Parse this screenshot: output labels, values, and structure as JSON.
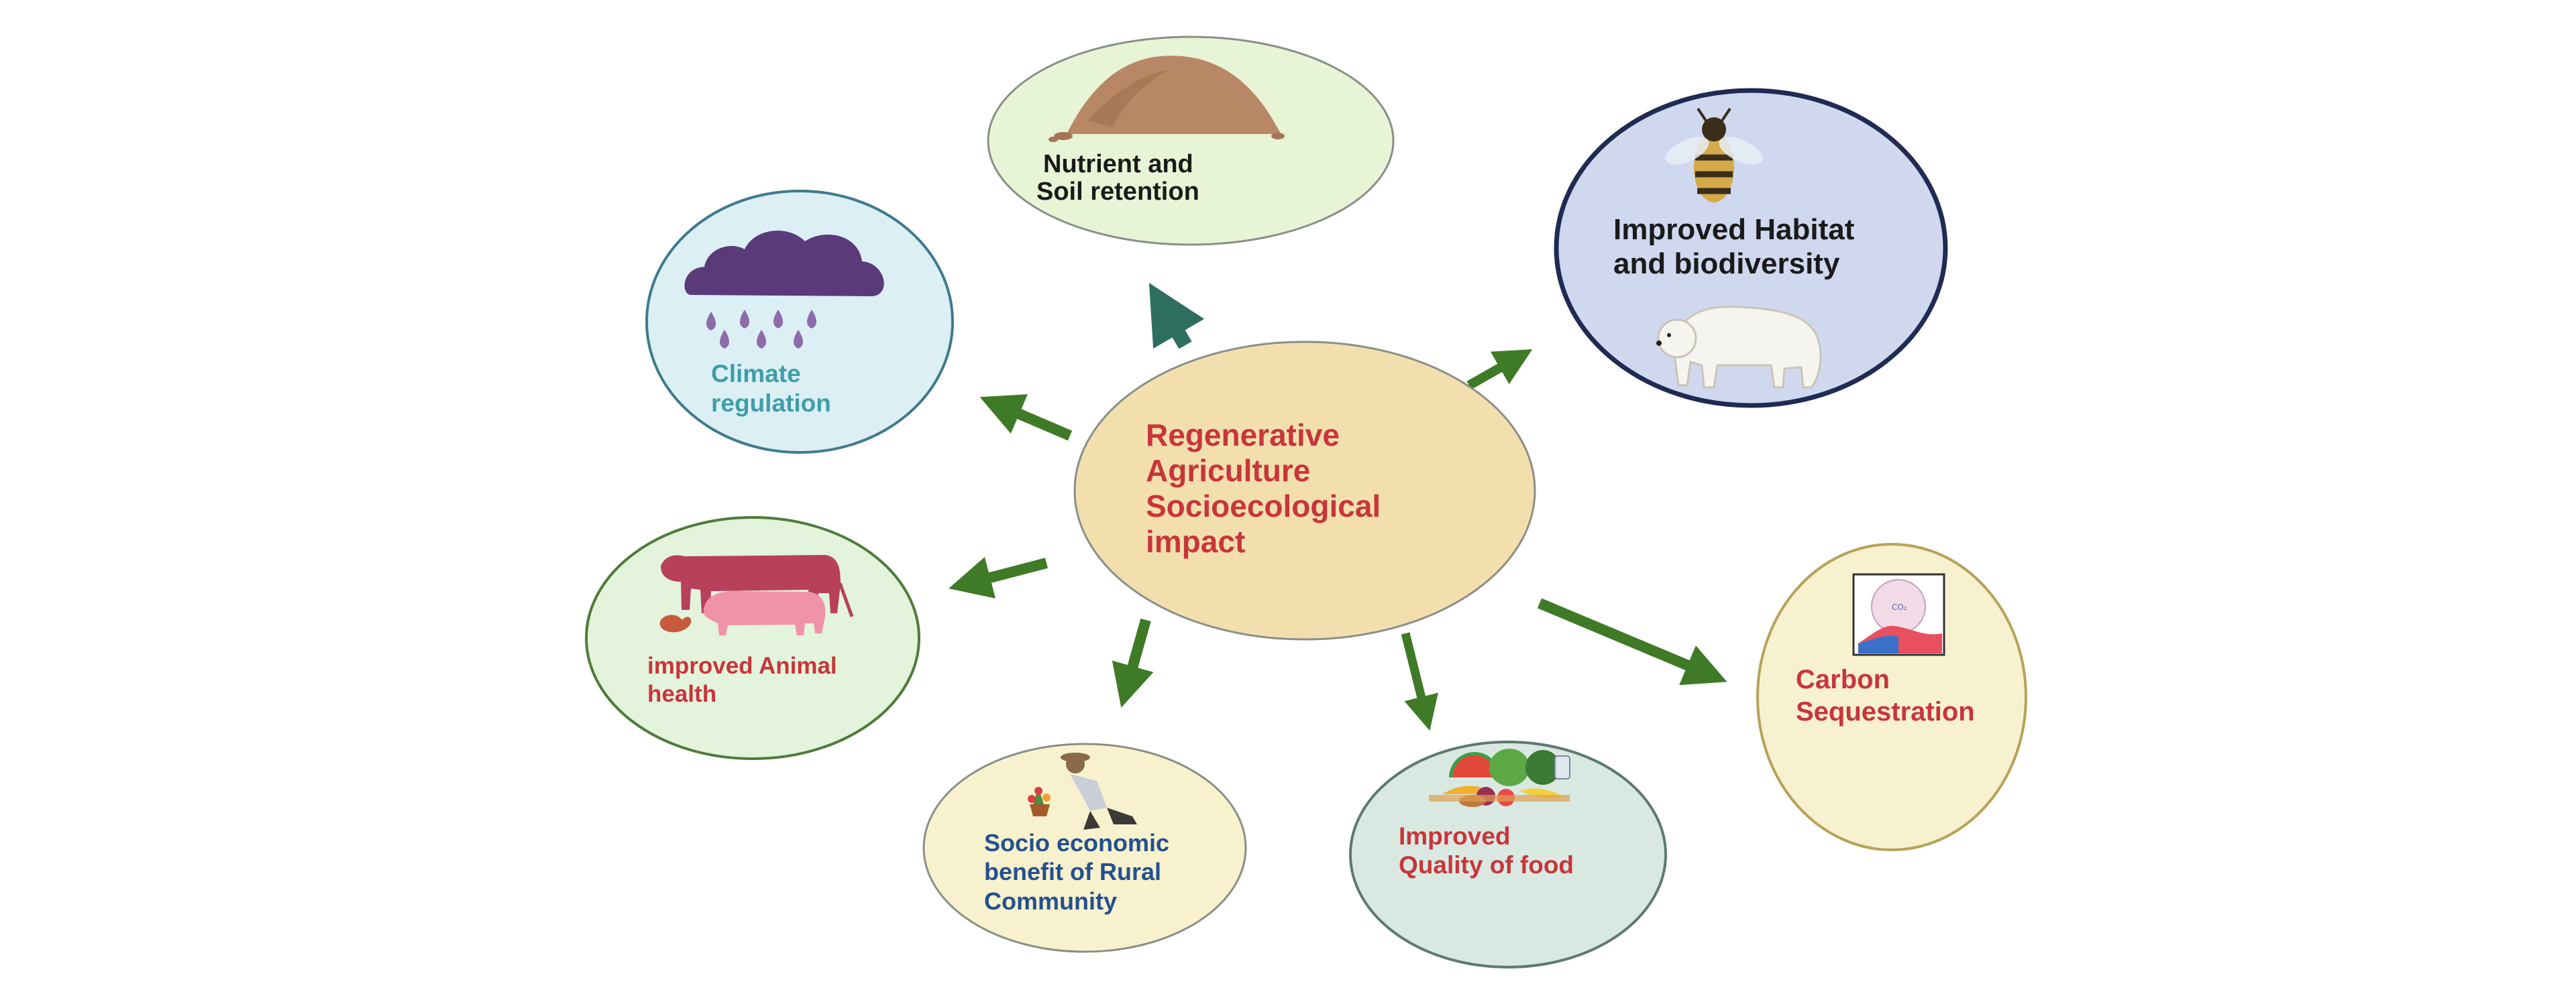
{
  "center": {
    "lines": [
      "Regenerative",
      "Agriculture",
      "Socioecological",
      "impact"
    ],
    "color": "#c8353a",
    "fill": "#f3dfae"
  },
  "nodes": [
    {
      "id": "nutrient-soil",
      "lines": [
        "Nutrient and",
        "Soil retention"
      ],
      "color": "#1a1a1a",
      "fill": "#e8f4d6",
      "icon": "soil-pile-icon"
    },
    {
      "id": "habitat",
      "lines": [
        "Improved Habitat",
        "and biodiversity"
      ],
      "color": "#1a1a1a",
      "fill": "#cfd8ef",
      "icon": "bee-icon",
      "icon2": "polar-bear-icon"
    },
    {
      "id": "climate",
      "lines": [
        "Climate",
        "regulation"
      ],
      "color": "#3f9ea8",
      "fill": "#dbeff5",
      "icon": "rain-cloud-icon"
    },
    {
      "id": "animal",
      "lines": [
        "improved Animal",
        "health"
      ],
      "color": "#c8353a",
      "fill": "#e3f3dc",
      "icon": "livestock-icon"
    },
    {
      "id": "carbon",
      "lines": [
        "Carbon",
        "Sequestration"
      ],
      "color": "#c8353a",
      "fill": "#f7f1cf",
      "icon": "carbon-cycle-icon"
    },
    {
      "id": "socio",
      "lines": [
        "Socio economic",
        "benefit of Rural",
        "Community"
      ],
      "color": "#24508f",
      "fill": "#f7f2cd",
      "icon": "farmer-icon"
    },
    {
      "id": "food",
      "lines": [
        "Improved",
        "Quality of food"
      ],
      "color": "#c8353a",
      "fill": "#d9e9e2",
      "icon": "food-icon"
    }
  ],
  "colors": {
    "arrow": "#3f7a26",
    "arrow_teal": "#2e6e5e",
    "outline": "#8a8f87"
  }
}
